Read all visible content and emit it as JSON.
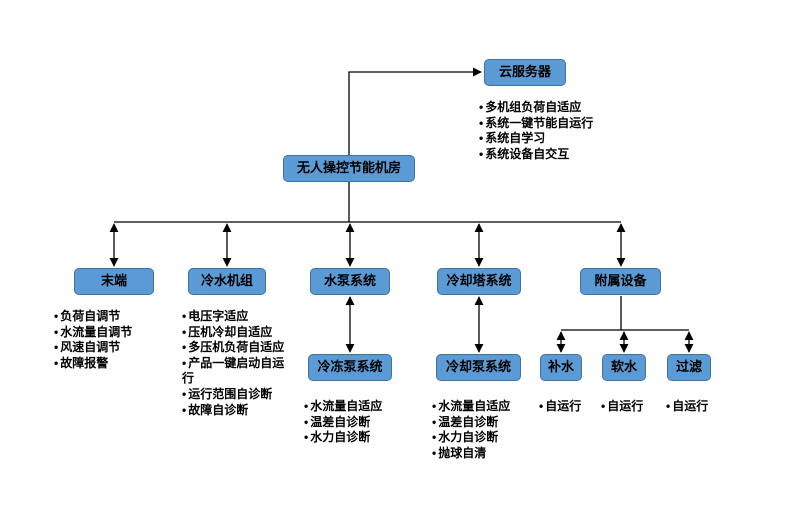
{
  "colors": {
    "node_fill": "#5B9BD5",
    "node_border": "#41719C",
    "connector": "#000000",
    "background": "#ffffff"
  },
  "chart": {
    "root": {
      "label": "无人操控节能机房"
    },
    "cloud": {
      "label": "云服务器",
      "bullets": [
        "多机组负荷自适应",
        "系统一键节能自运行",
        "系统自学习",
        "系统设备自交互"
      ]
    },
    "branches": [
      {
        "label": "末端",
        "bullets": [
          "负荷自调节",
          "水流量自调节",
          "风速自调节",
          "故障报警"
        ]
      },
      {
        "label": "冷水机组",
        "bullets": [
          "电压字适应",
          "压机冷却自适应",
          "多压机负荷自适应",
          "产品一键启动自运行",
          "运行范围自诊断",
          "故障自诊断"
        ]
      },
      {
        "label": "水泵系统",
        "child": {
          "label": "冷冻泵系统",
          "bullets": [
            "水流量自适应",
            "温差自诊断",
            "水力自诊断"
          ]
        }
      },
      {
        "label": "冷却塔系统",
        "child": {
          "label": "冷却泵系统",
          "bullets": [
            "水流量自适应",
            "温差自诊断",
            "水力自诊断",
            "抛球自清"
          ]
        }
      },
      {
        "label": "附属设备",
        "children": [
          {
            "label": "补水",
            "bullets": [
              "自运行"
            ]
          },
          {
            "label": "软水",
            "bullets": [
              "自运行"
            ]
          },
          {
            "label": "过滤",
            "bullets": [
              "自运行"
            ]
          }
        ]
      }
    ]
  }
}
